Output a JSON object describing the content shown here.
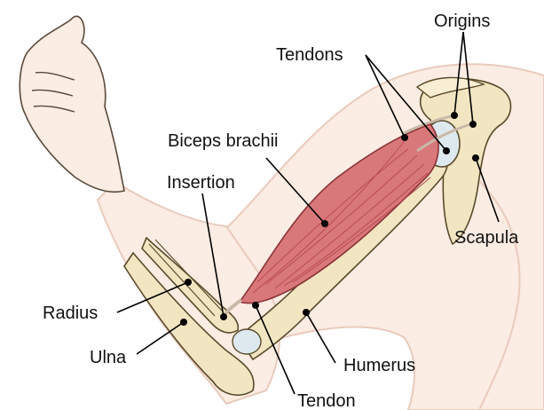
{
  "labels": {
    "origins": "Origins",
    "tendons": "Tendons",
    "biceps": "Biceps brachii",
    "insertion": "Insertion",
    "scapula": "Scapula",
    "radius": "Radius",
    "ulna": "Ulna",
    "humerus": "Humerus",
    "tendon": "Tendon"
  },
  "colors": {
    "skin": "#fbece4",
    "skin_outline": "#e9cbbc",
    "bone": "#f2e6c2",
    "bone_outline": "#5a4a2a",
    "cartilage": "#dde9ee",
    "muscle": "#d9787a",
    "muscle_dark": "#b84a50",
    "tendon": "#f4e8e2"
  }
}
